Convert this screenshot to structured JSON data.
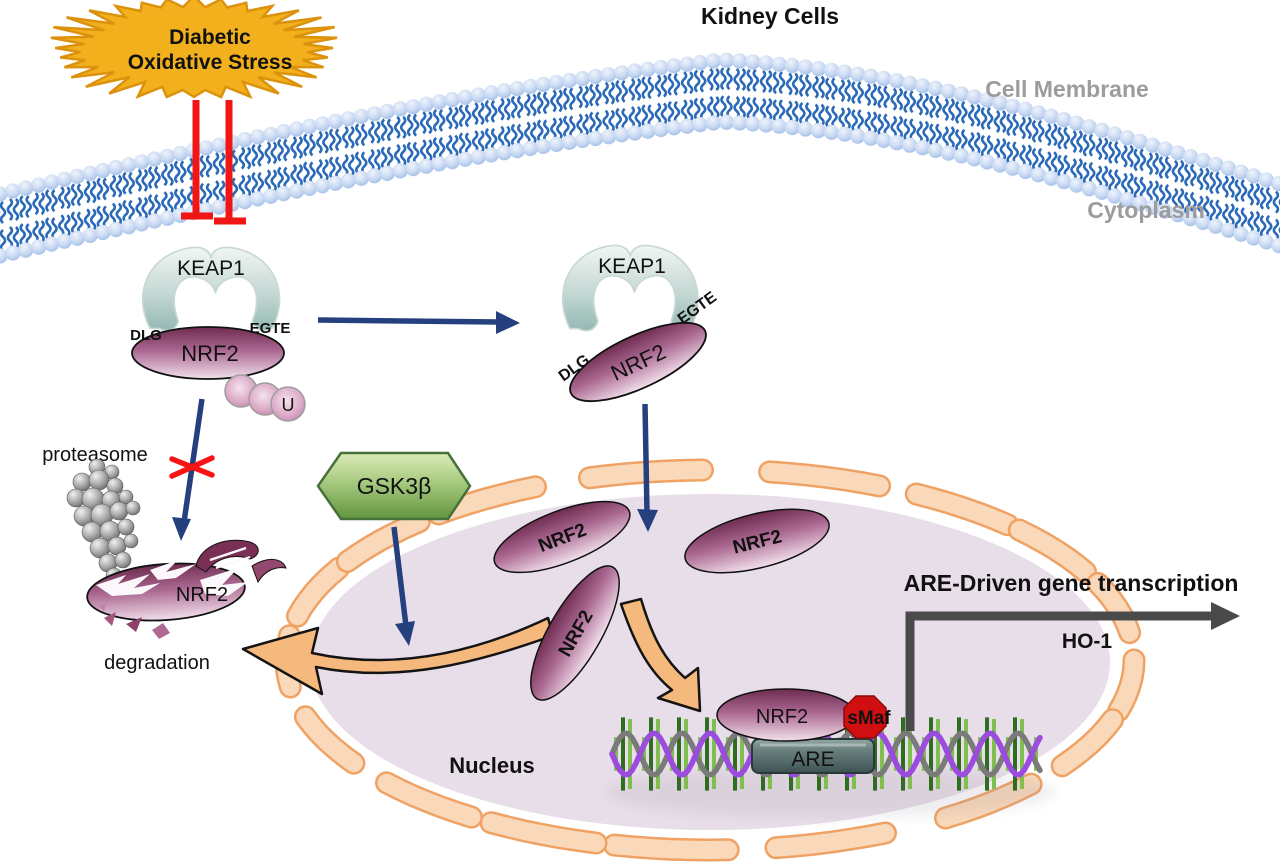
{
  "figure": {
    "title": "Kidney Cells",
    "region_labels": {
      "cell_membrane": "Cell Membrane",
      "cytoplasm": "Cytoplasm",
      "nucleus": "Nucleus"
    },
    "stressor": {
      "line1": "Diabetic",
      "line2": "Oxidative Stress"
    },
    "molecules": {
      "keap1": "KEAP1",
      "nrf2": "NRF2",
      "dlg": "DLG",
      "egte": "EGTE",
      "ubiquitin": "U",
      "gsk3b": "GSK3β",
      "smaf": "sMaf",
      "are": "ARE",
      "ho1": "HO-1"
    },
    "processes": {
      "proteasome": "proteasome",
      "degradation": "degradation",
      "transcription": "ARE-Driven gene transcription"
    },
    "colors": {
      "starburst_fill": "#F2B11C",
      "starburst_stroke": "#DC920C",
      "inhibition_red": "#F21515",
      "membrane_blue": "#2B6AB8",
      "membrane_head": "#C9D9F2",
      "navy_arrow": "#24407E",
      "keap1_teal": "#9FC0BB",
      "nrf2_magenta": "#6E2C50",
      "nrf2_light": "#F2E0EC",
      "gsk_green": "#61953F",
      "orange_arrow": "#F5B97E",
      "nucleus_fill": "#E8DEE9",
      "envelope_peach": "#FAD9BA",
      "envelope_stroke": "#EFA263",
      "are_box": "#3E5254",
      "smaf_red": "#D01010",
      "dna_purple": "#9B4BE0",
      "dna_gray": "#7A7A7A",
      "dna_green": "#2F6E1E",
      "transcription_gray": "#4A4A4A",
      "label_gray": "#9C9C9C"
    }
  }
}
